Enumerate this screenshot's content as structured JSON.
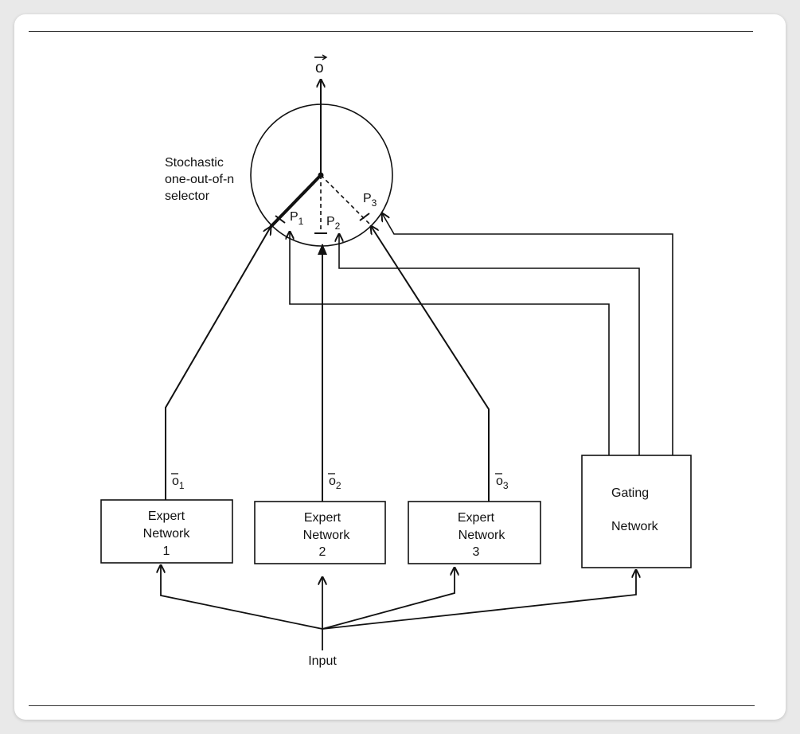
{
  "diagram": {
    "output_label": "o",
    "selector_label": [
      "Stochastic",
      "one-out-of-n",
      "selector"
    ],
    "probabilities": [
      {
        "name": "P",
        "sub": "1"
      },
      {
        "name": "P",
        "sub": "2"
      },
      {
        "name": "P",
        "sub": "3"
      }
    ],
    "expert_outputs": [
      {
        "name": "o",
        "sub": "1"
      },
      {
        "name": "o",
        "sub": "2"
      },
      {
        "name": "o",
        "sub": "3"
      }
    ],
    "experts": [
      {
        "line1": "Expert",
        "line2": "Network",
        "line3": "1"
      },
      {
        "line1": "Expert",
        "line2": "Network",
        "line3": "2"
      },
      {
        "line1": "Expert",
        "line2": "Network",
        "line3": "3"
      }
    ],
    "gating": {
      "line1": "Gating",
      "line2": "Network"
    },
    "input_label": "Input"
  }
}
